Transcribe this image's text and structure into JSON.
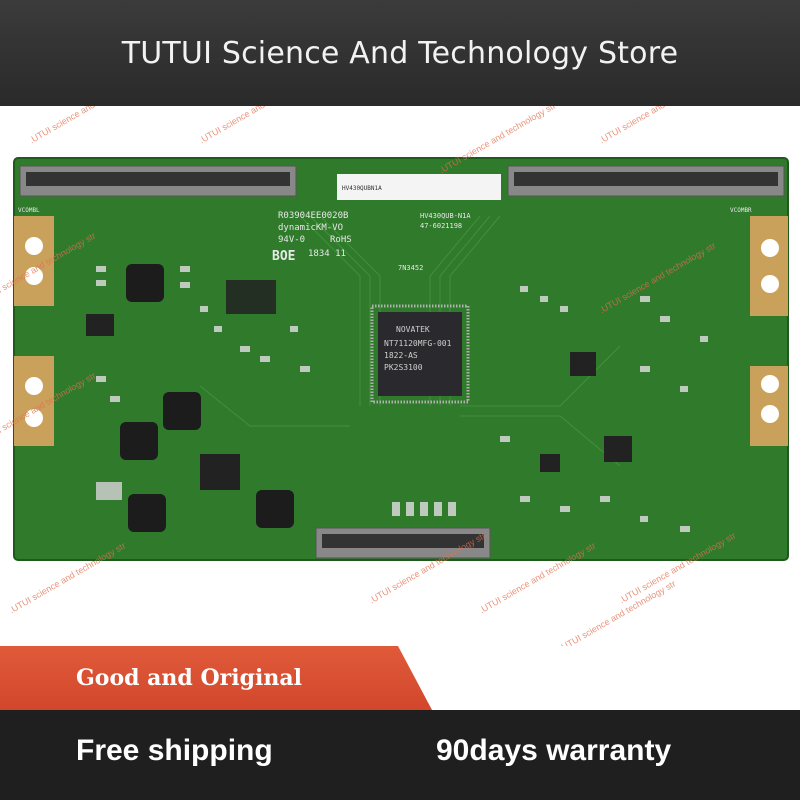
{
  "header": {
    "title": "TUTUI Science And Technology Store"
  },
  "watermark": {
    "text": ".UTUI science and technology str"
  },
  "board": {
    "labels": {
      "label_top": "HV430QUBN1A",
      "code_1": "R03904EE0020B",
      "code_2": "dynamicKM-VO",
      "code_3": "94V-0",
      "rohs": "RoHS",
      "brand": "BOE",
      "date": "1834 11",
      "model_right": "HV430QUB-N1A",
      "model_code": "47-6021198",
      "chip_brand": "NOVATEK",
      "chip_1": "NT71120MFG-001",
      "chip_2": "1822-AS",
      "chip_3": "PK2S3100",
      "serial": "7N3452",
      "connector_left": "VCOMBL",
      "connector_right": "VCOMBR"
    },
    "colors": {
      "pcb": "#2f7a2b",
      "pcb_dark": "#1e5a1c",
      "gold": "#c9a15a",
      "chip": "#2a2a2e"
    }
  },
  "banner": {
    "label": "Good and Original",
    "color": "#d84d30"
  },
  "footer": {
    "left": "Free shipping",
    "right": "90days warranty"
  }
}
